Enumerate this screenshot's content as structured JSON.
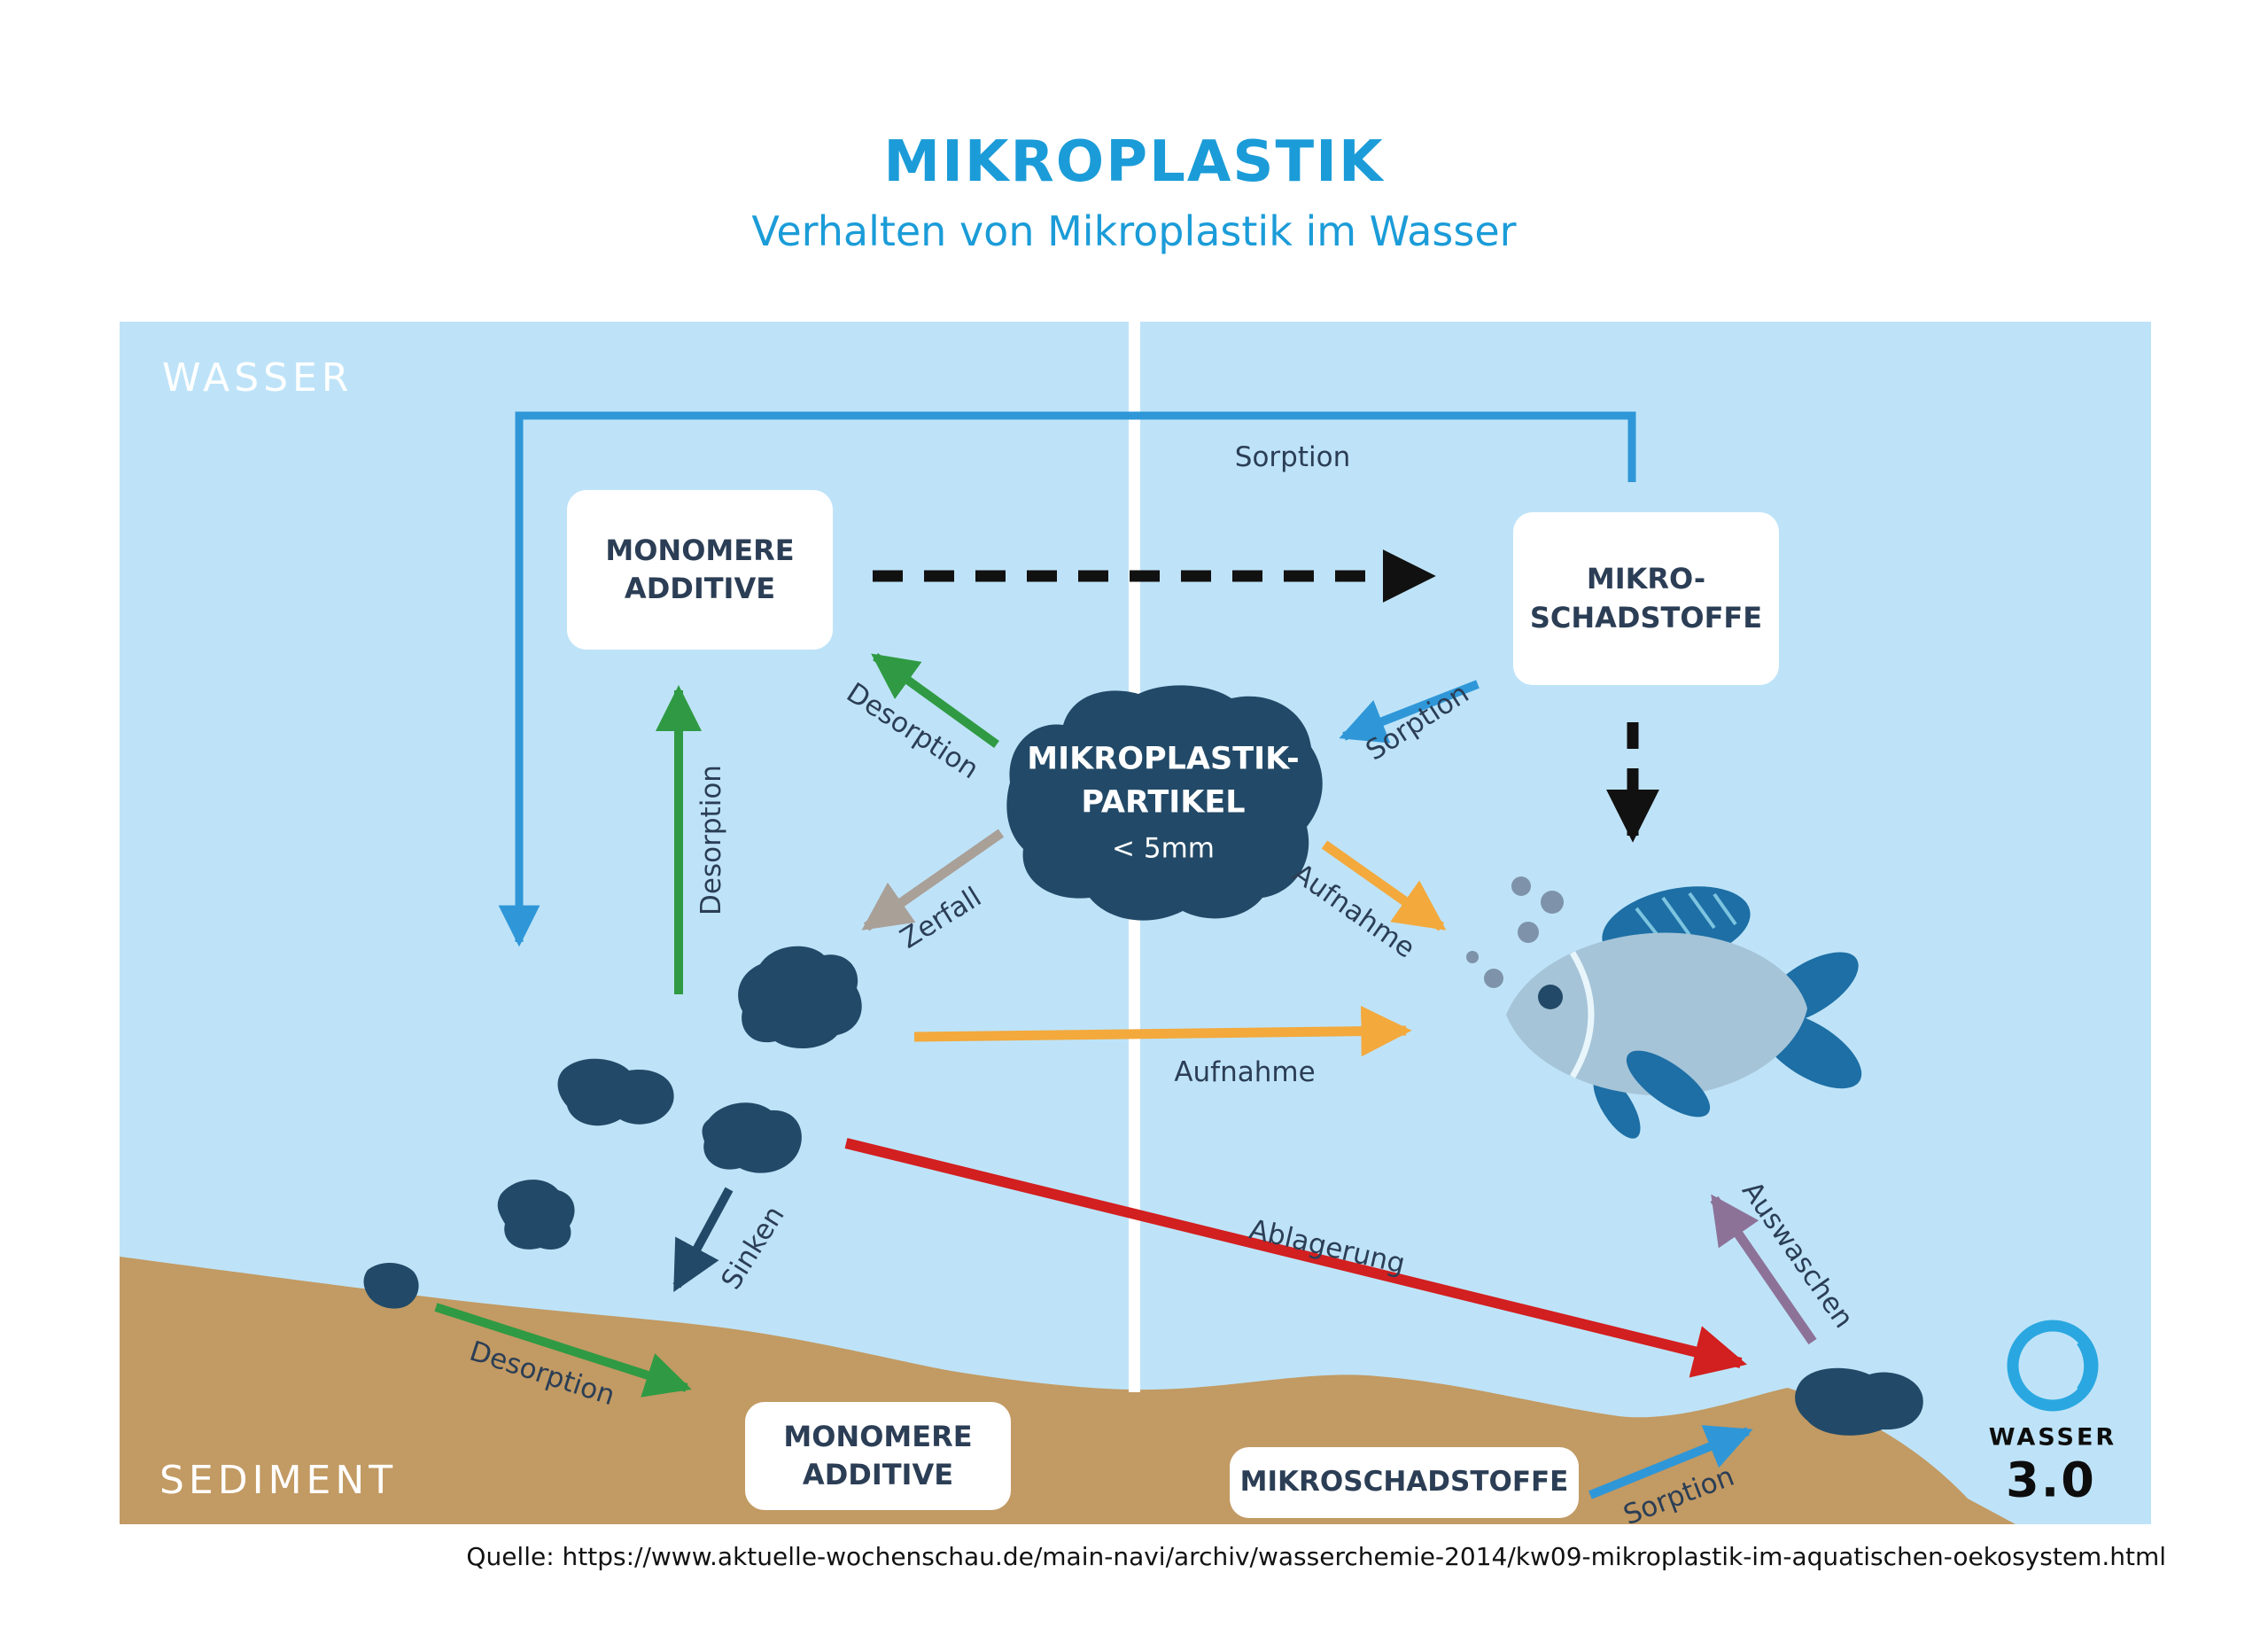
{
  "header": {
    "title": "MIKROPLASTIK",
    "subtitle": "Verhalten von Mikroplastik im Wasser"
  },
  "zones": {
    "water": "WASSER",
    "sediment": "SEDIMENT"
  },
  "boxes": {
    "monomere_top": {
      "line1": "MONOMERE",
      "line2": "ADDITIVE"
    },
    "mikroschadstoffe_top": {
      "line1": "MIKRO-",
      "line2": "SCHADSTOFFE"
    },
    "partikel": {
      "line1": "MIKROPLASTIK-",
      "line2": "PARTIKEL",
      "line3": "< 5mm"
    },
    "monomere_bottom": {
      "line1": "MONOMERE",
      "line2": "ADDITIVE"
    },
    "mikroschadstoffe_bottom": {
      "label": "MIKROSCHADSTOFFE"
    }
  },
  "labels": {
    "sorption_top": "Sorption",
    "sorption_to_particle": "Sorption",
    "sorption_sediment": "Sorption",
    "desorption_to_monomere": "Desorption",
    "desorption_up": "Desorption",
    "desorption_sediment": "Desorption",
    "zerfall": "Zerfall",
    "aufnahme_particle": "Aufnahme",
    "aufnahme_fragments": "Aufnahme",
    "ablagerung": "Ablagerung",
    "sinken": "Sinken",
    "auswaschen": "Auswaschen"
  },
  "logo": {
    "line1": "WASSER",
    "line2": "3.0"
  },
  "source": "Quelle: https://www.aktuelle-wochenschau.de/main-navi/archiv/wasserchemie-2014/kw09-mikroplastik-im-aquatischen-oekosystem.html",
  "colors": {
    "title": "#1b9cd8",
    "navy": "#2b3e55",
    "navy-shape": "#224a68",
    "water": "#bee3f8",
    "sand": "#c29a63",
    "blue": "#2f97d8",
    "green": "#2f9a43",
    "orange": "#f3a93c",
    "red": "#d21f1f",
    "purple": "#8d7298",
    "gray": "#a9a098",
    "fish-body": "#a6c4d8",
    "fish-fin": "#1d6fa5",
    "bubble": "#7e93a9",
    "logo": "#2aa7e0"
  }
}
